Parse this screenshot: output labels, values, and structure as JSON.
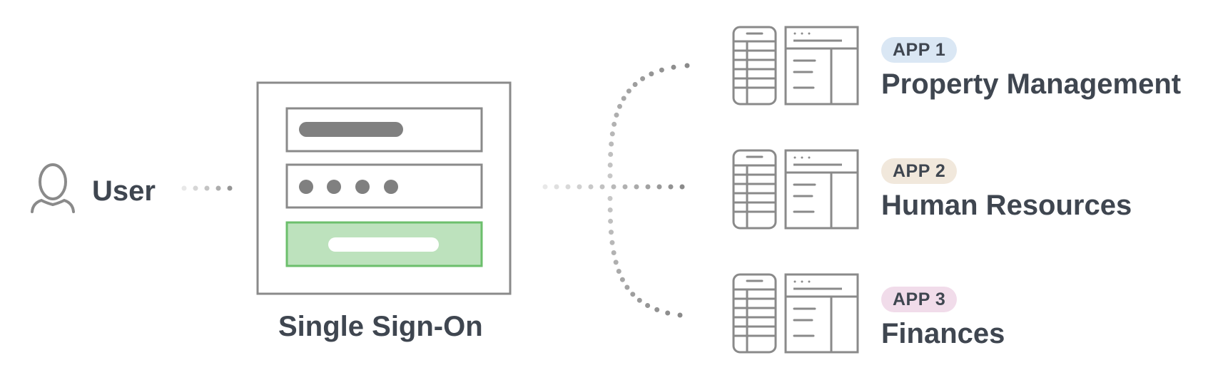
{
  "user": {
    "label": "User",
    "icon": "user-icon"
  },
  "sso": {
    "label": "Single Sign-On",
    "login_fields": [
      "username-field",
      "password-field",
      "submit-button"
    ],
    "colors": {
      "submit_fill": "#bde2bd",
      "submit_border": "#6cbf6c"
    }
  },
  "apps": [
    {
      "badge": "APP 1",
      "name": "Property Management",
      "badge_color": "#dae7f4"
    },
    {
      "badge": "APP 2",
      "name": "Human Resources",
      "badge_color": "#f1e8dc"
    },
    {
      "badge": "APP 3",
      "name": "Finances",
      "badge_color": "#f1dcea"
    }
  ],
  "colors": {
    "text": "#3f4650",
    "stroke": "#8a8a8a",
    "dots": "#b8b8b8"
  }
}
